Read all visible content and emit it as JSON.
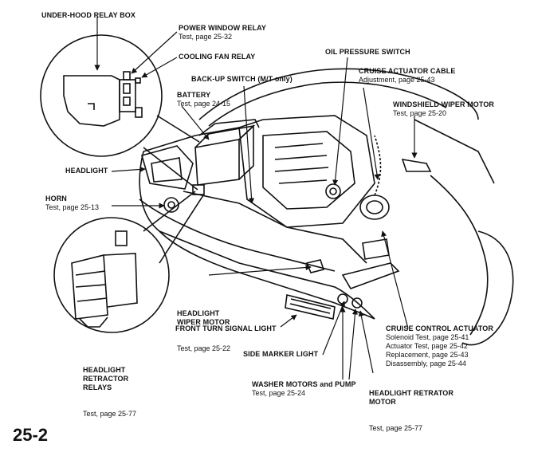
{
  "labels": {
    "under_hood_relay_box": {
      "title": "UNDER-HOOD RELAY BOX"
    },
    "power_window_relay": {
      "title": "POWER WINDOW RELAY",
      "sub": [
        "Test, page 25-32"
      ]
    },
    "cooling_fan_relay": {
      "title": "COOLING FAN RELAY"
    },
    "back_up_switch": {
      "title": "BACK-UP SWITCH (M/T only)"
    },
    "battery": {
      "title": "BATTERY",
      "sub": [
        "Test, page 24-15"
      ]
    },
    "oil_pressure_switch": {
      "title": "OIL PRESSURE SWITCH"
    },
    "cruise_actuator_cable": {
      "title": "CRUISE ACTUATOR CABLE",
      "sub": [
        "Adjustment, page 25-43"
      ]
    },
    "windshield_wiper_motor": {
      "title": "WINDSHIELD WIPER MOTOR",
      "sub": [
        "Test, page 25-20"
      ]
    },
    "headlight": {
      "title": "HEADLIGHT"
    },
    "horn": {
      "title": "HORN",
      "sub": [
        "Test, page 25-13"
      ]
    },
    "headlight_wiper_motor": {
      "title": "HEADLIGHT\nWIPER MOTOR",
      "sub": [
        "Test, page 25-22"
      ]
    },
    "front_turn_signal_light": {
      "title": "FRONT TURN SIGNAL LIGHT"
    },
    "side_marker_light": {
      "title": "SIDE MARKER LIGHT"
    },
    "headlight_retractor_relays": {
      "title": "HEADLIGHT\nRETRACTOR\nRELAYS",
      "sub": [
        "Test, page 25-77"
      ]
    },
    "washer_motors_and_pump": {
      "title": "WASHER MOTORS and PUMP",
      "sub": [
        "Test, page 25-24"
      ]
    },
    "headlight_retrator_motor": {
      "title": "HEADLIGHT RETRATOR\nMOTOR",
      "sub": [
        "Test, page 25-77"
      ]
    },
    "cruise_control_actuator": {
      "title": "CRUISE CONTROL ACTUATOR",
      "sub": [
        "Solenoid Test, page 25-41",
        "Actuator Test, page 25-42",
        "Replacement, page 25-43",
        "Disassembly, page 25-44"
      ]
    }
  },
  "page_number": "25-2"
}
